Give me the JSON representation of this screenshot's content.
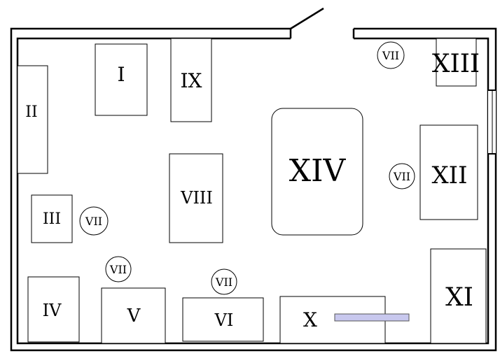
{
  "floor_plan": {
    "areas": [
      {
        "id": "area-1",
        "label": "I"
      },
      {
        "id": "area-2",
        "label": "II"
      },
      {
        "id": "area-3",
        "label": "III"
      },
      {
        "id": "area-4",
        "label": "IV"
      },
      {
        "id": "area-5",
        "label": "V"
      },
      {
        "id": "area-6",
        "label": "VI"
      },
      {
        "id": "area-8",
        "label": "VIII"
      },
      {
        "id": "area-9",
        "label": "IX"
      },
      {
        "id": "area-10",
        "label": "X"
      },
      {
        "id": "area-11",
        "label": "XI"
      },
      {
        "id": "area-12",
        "label": "XII"
      },
      {
        "id": "area-13",
        "label": "XIII"
      },
      {
        "id": "area-14",
        "label": "XIV"
      }
    ],
    "markers": [
      {
        "id": "marker-a",
        "label": "VII"
      },
      {
        "id": "marker-b",
        "label": "VII"
      },
      {
        "id": "marker-c",
        "label": "VII"
      },
      {
        "id": "marker-d",
        "label": "VII"
      },
      {
        "id": "marker-e",
        "label": "VII"
      }
    ],
    "colors": {
      "wall": "#000000",
      "bar_fill": "#c8c8ee",
      "bar_stroke": "#555555"
    }
  }
}
